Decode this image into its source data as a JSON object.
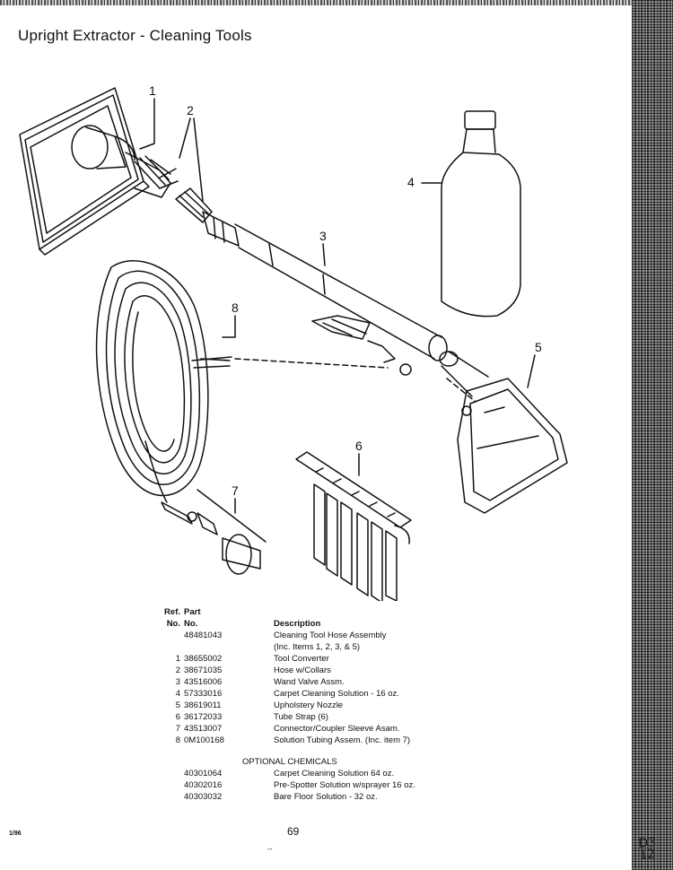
{
  "title": "Upright Extractor - Cleaning Tools",
  "callouts": [
    "1",
    "2",
    "3",
    "4",
    "5",
    "6",
    "7",
    "8"
  ],
  "table": {
    "header": {
      "ref_line1": "Ref.",
      "part_line1": "Part",
      "ref_line2": "No.",
      "part_line2": "No.",
      "description": "Description"
    },
    "rows": [
      {
        "ref": "",
        "part": "48481043",
        "desc": "Cleaning Tool Hose Assembly"
      },
      {
        "ref": "",
        "part": "",
        "desc": "(Inc. Items 1, 2, 3, & 5)"
      },
      {
        "ref": "1",
        "part": "38655002",
        "desc": "Tool Converter"
      },
      {
        "ref": "2",
        "part": "38671035",
        "desc": "Hose w/Collars"
      },
      {
        "ref": "3",
        "part": "43516006",
        "desc": "Wand Valve Assm."
      },
      {
        "ref": "4",
        "part": "57333016",
        "desc": "Carpet Cleaning Solution - 16 oz."
      },
      {
        "ref": "5",
        "part": "38619011",
        "desc": "Upholstery Nozzle"
      },
      {
        "ref": "6",
        "part": "36172033",
        "desc": "Tube Strap (6)"
      },
      {
        "ref": "7",
        "part": "43513007",
        "desc": "Connector/Coupler Sleeve Asam."
      },
      {
        "ref": "8",
        "part": "0M100168",
        "desc": "Solution Tubing Assem. (Inc. item 7)"
      }
    ]
  },
  "optional": {
    "title": "OPTIONAL CHEMICALS",
    "rows": [
      {
        "part": "40301064",
        "desc": "Carpet Cleaning Solution 64 oz."
      },
      {
        "part": "40302016",
        "desc": "Pre-Spotter Solution w/sprayer 16 oz."
      },
      {
        "part": "40303032",
        "desc": "Bare Floor Solution - 32 oz."
      }
    ]
  },
  "footer": {
    "code": "1/96",
    "page_number": "69",
    "dash": "--"
  },
  "handwritten": {
    "line1": "D3",
    "line2": "12"
  }
}
